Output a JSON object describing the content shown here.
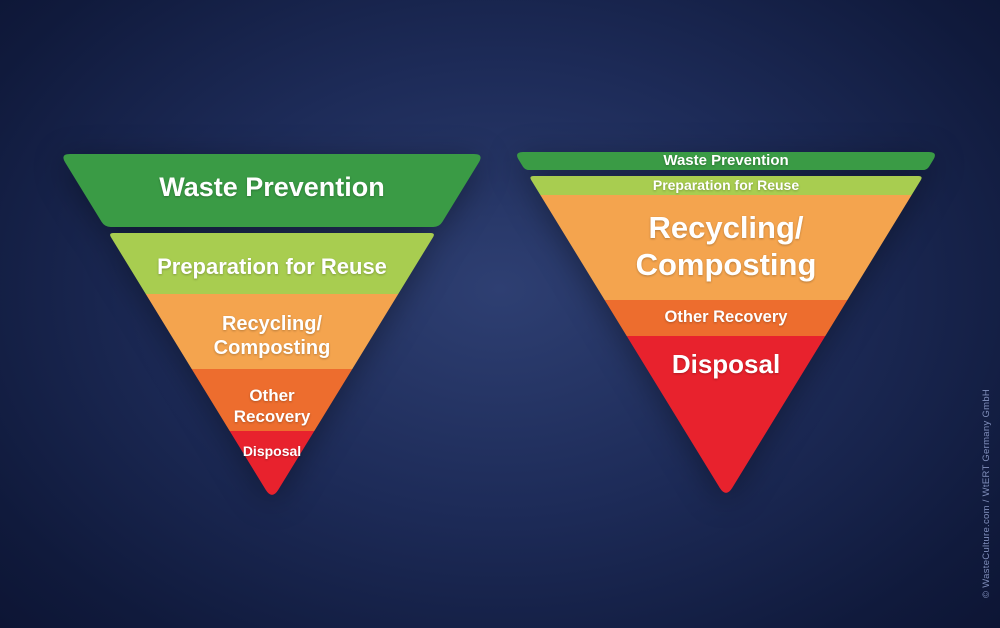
{
  "band_colors": {
    "waste_prevention": "#3a9b45",
    "preparation_for_reuse": "#a8cd50",
    "recycling_composting": "#f4a44e",
    "other_recovery": "#ed6d2e",
    "disposal": "#e8222d"
  },
  "pyramids": {
    "left": {
      "bands": [
        {
          "label": "Waste Prevention"
        },
        {
          "label": "Preparation for Reuse"
        },
        {
          "label": "Recycling/Composting",
          "lines": [
            "Recycling/",
            "Composting"
          ]
        },
        {
          "label": "Other Recovery",
          "lines": [
            "Other",
            "Recovery"
          ]
        },
        {
          "label": "Disposal"
        }
      ]
    },
    "right": {
      "bands": [
        {
          "label": "Waste Prevention"
        },
        {
          "label": "Preparation for Reuse"
        },
        {
          "label": "Recycling/Composting",
          "lines": [
            "Recycling/",
            "Composting"
          ]
        },
        {
          "label": "Other Recovery"
        },
        {
          "label": "Disposal"
        }
      ]
    }
  },
  "copyright": "© WasteCulture.com / WtERT Germany GmbH"
}
